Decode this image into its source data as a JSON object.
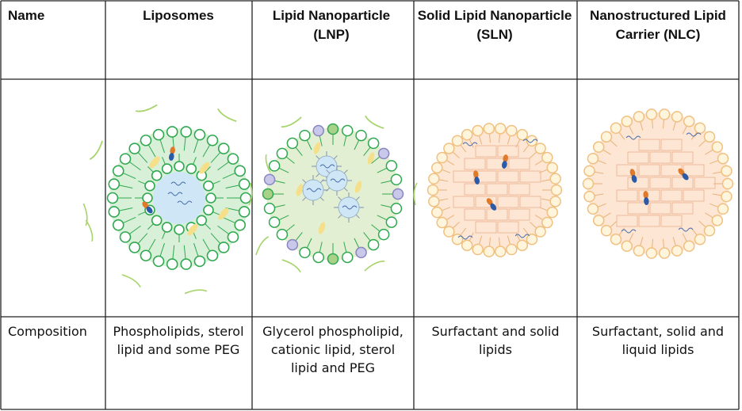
{
  "table": {
    "headers": {
      "name": "Name",
      "liposomes": "Liposomes",
      "lnp": "Lipid Nanoparticle (LNP)",
      "sln": "Solid Lipid Nanoparticle (SLN)",
      "nlc": "Nanostructured Lipid Carrier (NLC)"
    },
    "composition_row": {
      "label": "Composition",
      "liposomes": "Phospholipids, sterol lipid and some PEG",
      "lnp": "Glycerol phospholipid, cationic lipid, sterol lipid and PEG",
      "sln": "Surfactant and solid lipids",
      "nlc": "Surfactant, solid and liquid lipids"
    }
  },
  "colors": {
    "green_lipid": "#2fa84f",
    "green_fill": "#d8f0d8",
    "peach_lipid": "#f0c080",
    "peach_fill": "#fde6d4",
    "core_blue": "#cfe6f7",
    "drug_orange": "#e07a2a",
    "drug_blue": "#2a5aa8"
  }
}
